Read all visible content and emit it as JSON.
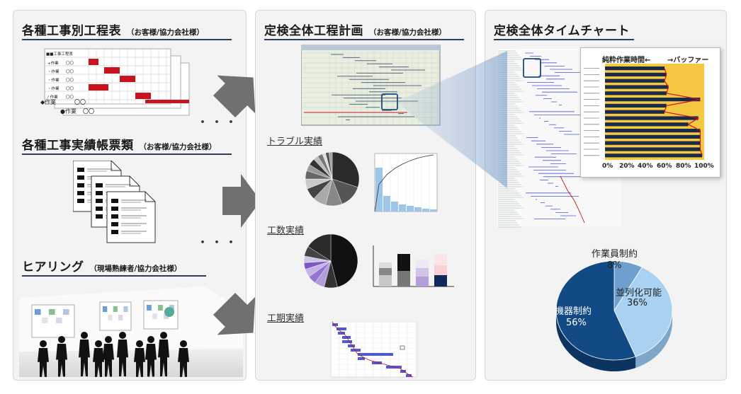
{
  "left_panel": {
    "sections": [
      {
        "title": "各種工事別工程表",
        "subtitle": "（お客様/協力会社様）"
      },
      {
        "title": "各種工事実績帳票類",
        "subtitle": "（お客様/協力会社様）"
      },
      {
        "title": "ヒアリング",
        "subtitle": "（現場熟練者/協力会社様）"
      }
    ],
    "ellipsis": "・・・",
    "schedule_sheet": {
      "header_label": "■■工事工程表",
      "row_labels": [
        "+作業",
        "・作業",
        "・作業",
        "・作業",
        "/ 作業"
      ],
      "back_row_labels": [
        "◆作業",
        "●作業"
      ],
      "row_value": "〇〇"
    }
  },
  "middle_panel": {
    "title": "定検全体工程計画",
    "subtitle": "（お客様/協力会社様）",
    "sections": [
      "トラブル実績",
      "工数実績",
      "工期実績"
    ]
  },
  "right_panel": {
    "title": "定検全体タイムチャート",
    "buffer_chart": {
      "legend_left": "純粋作業時間←",
      "legend_right": "→バッファー",
      "x_ticks": [
        "0%",
        "20%",
        "40%",
        "60%",
        "80%",
        "100%"
      ]
    },
    "pie": {
      "labels": [
        {
          "name": "作業員制約",
          "value": "8%"
        },
        {
          "name": "並列化可能",
          "value": "36%"
        },
        {
          "name": "機器制約",
          "value": "56%"
        }
      ]
    }
  },
  "colors": {
    "panel_bg": "#f3f3f3",
    "arrow": "#707070",
    "title_underline": "#2a3f57",
    "dark_navy": "#1a2a4a",
    "buffer_yellow": "#f5c842",
    "schedule_red": "#c8141e",
    "pie_dark": "#124a86",
    "pie_light": "#a9d2f2",
    "gantt_blue": "#4a5ad8"
  },
  "chart_data": [
    {
      "type": "pie",
      "title": "",
      "categories": [
        "作業員制約",
        "並列化可能",
        "機器制約"
      ],
      "values": [
        8,
        36,
        56
      ]
    }
  ]
}
